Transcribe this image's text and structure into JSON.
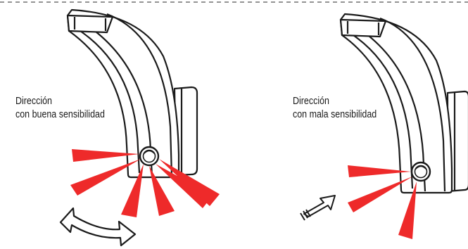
{
  "panels": [
    {
      "id": "good",
      "caption_line1": "Dirección",
      "caption_line2": "con buena sensibilidad"
    },
    {
      "id": "bad",
      "caption_line1": "Dirección",
      "caption_line2": "con mala sensibilidad"
    }
  ],
  "colors": {
    "ray": "#ee2a2a",
    "outline": "#1a1a1a",
    "border_dash": "#555555",
    "background": "#ffffff"
  },
  "icons": {
    "good_motion": "double-arrow-rotate-icon",
    "bad_motion": "arrow-right-icon"
  }
}
